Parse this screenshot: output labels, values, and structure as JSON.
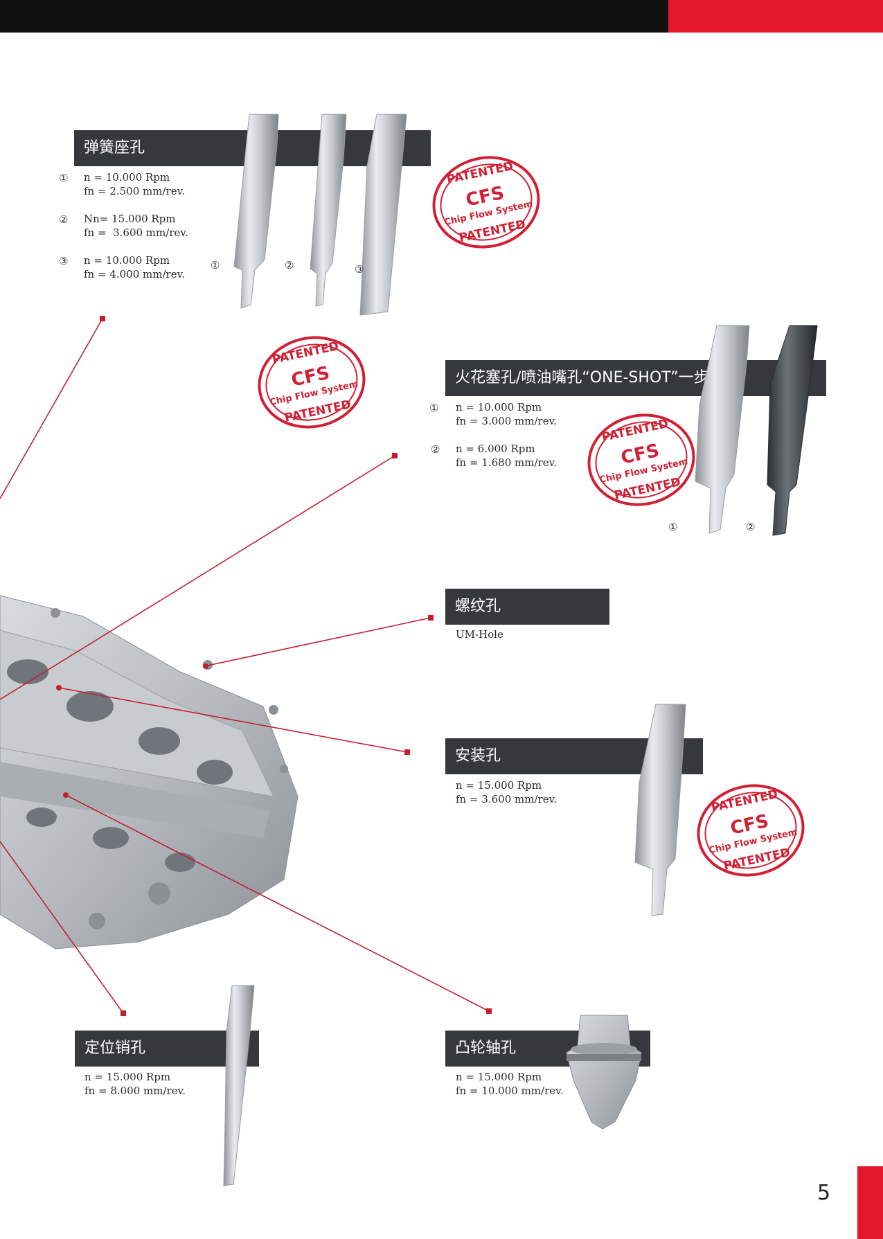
{
  "page": {
    "number": "5"
  },
  "stamp": {
    "line1": "PATENTED",
    "line2": "CFS",
    "line3": "Chip Flow System",
    "line4": "PATENTED"
  },
  "sections": {
    "spring_seat": {
      "title": "弹簧座孔",
      "items": [
        {
          "index": "①",
          "line1": "n = 10.000 Rpm",
          "line2": "fn = 2.500 mm/rev."
        },
        {
          "index": "②",
          "line1": "Nn= 15.000 Rpm",
          "line2": "fn =  3.600 mm/rev."
        },
        {
          "index": "③",
          "line1": "n = 10.000 Rpm",
          "line2": "fn = 4.000 mm/rev."
        }
      ],
      "tool_labels": [
        "①",
        "②",
        "③"
      ]
    },
    "spark_plug": {
      "title": "火花塞孔/喷油嘴孔“ONE-SHOT”一步加工",
      "items": [
        {
          "index": "①",
          "line1": "n = 10.000 Rpm",
          "line2": "fn = 3.000 mm/rev."
        },
        {
          "index": "②",
          "line1": "n = 6.000 Rpm",
          "line2": "fn = 1.680 mm/rev."
        }
      ],
      "tool_labels": [
        "①",
        "②"
      ]
    },
    "thread_hole": {
      "title": "螺纹孔",
      "subtitle": "UM-Hole"
    },
    "mounting_hole": {
      "title": "安装孔",
      "line1": "n = 15.000 Rpm",
      "line2": "fn = 3.600 mm/rev."
    },
    "dowel_hole": {
      "title": "定位销孔",
      "line1": "n = 15.000 Rpm",
      "line2": "fn = 8.000 mm/rev."
    },
    "camshaft_hole": {
      "title": "凸轮轴孔",
      "line1": "n = 15.000 Rpm",
      "line2": "fn = 10.000 mm/rev."
    }
  },
  "colors": {
    "accent_red": "#e3182d",
    "header_dark": "#36383b",
    "top_bar": "#111111"
  }
}
